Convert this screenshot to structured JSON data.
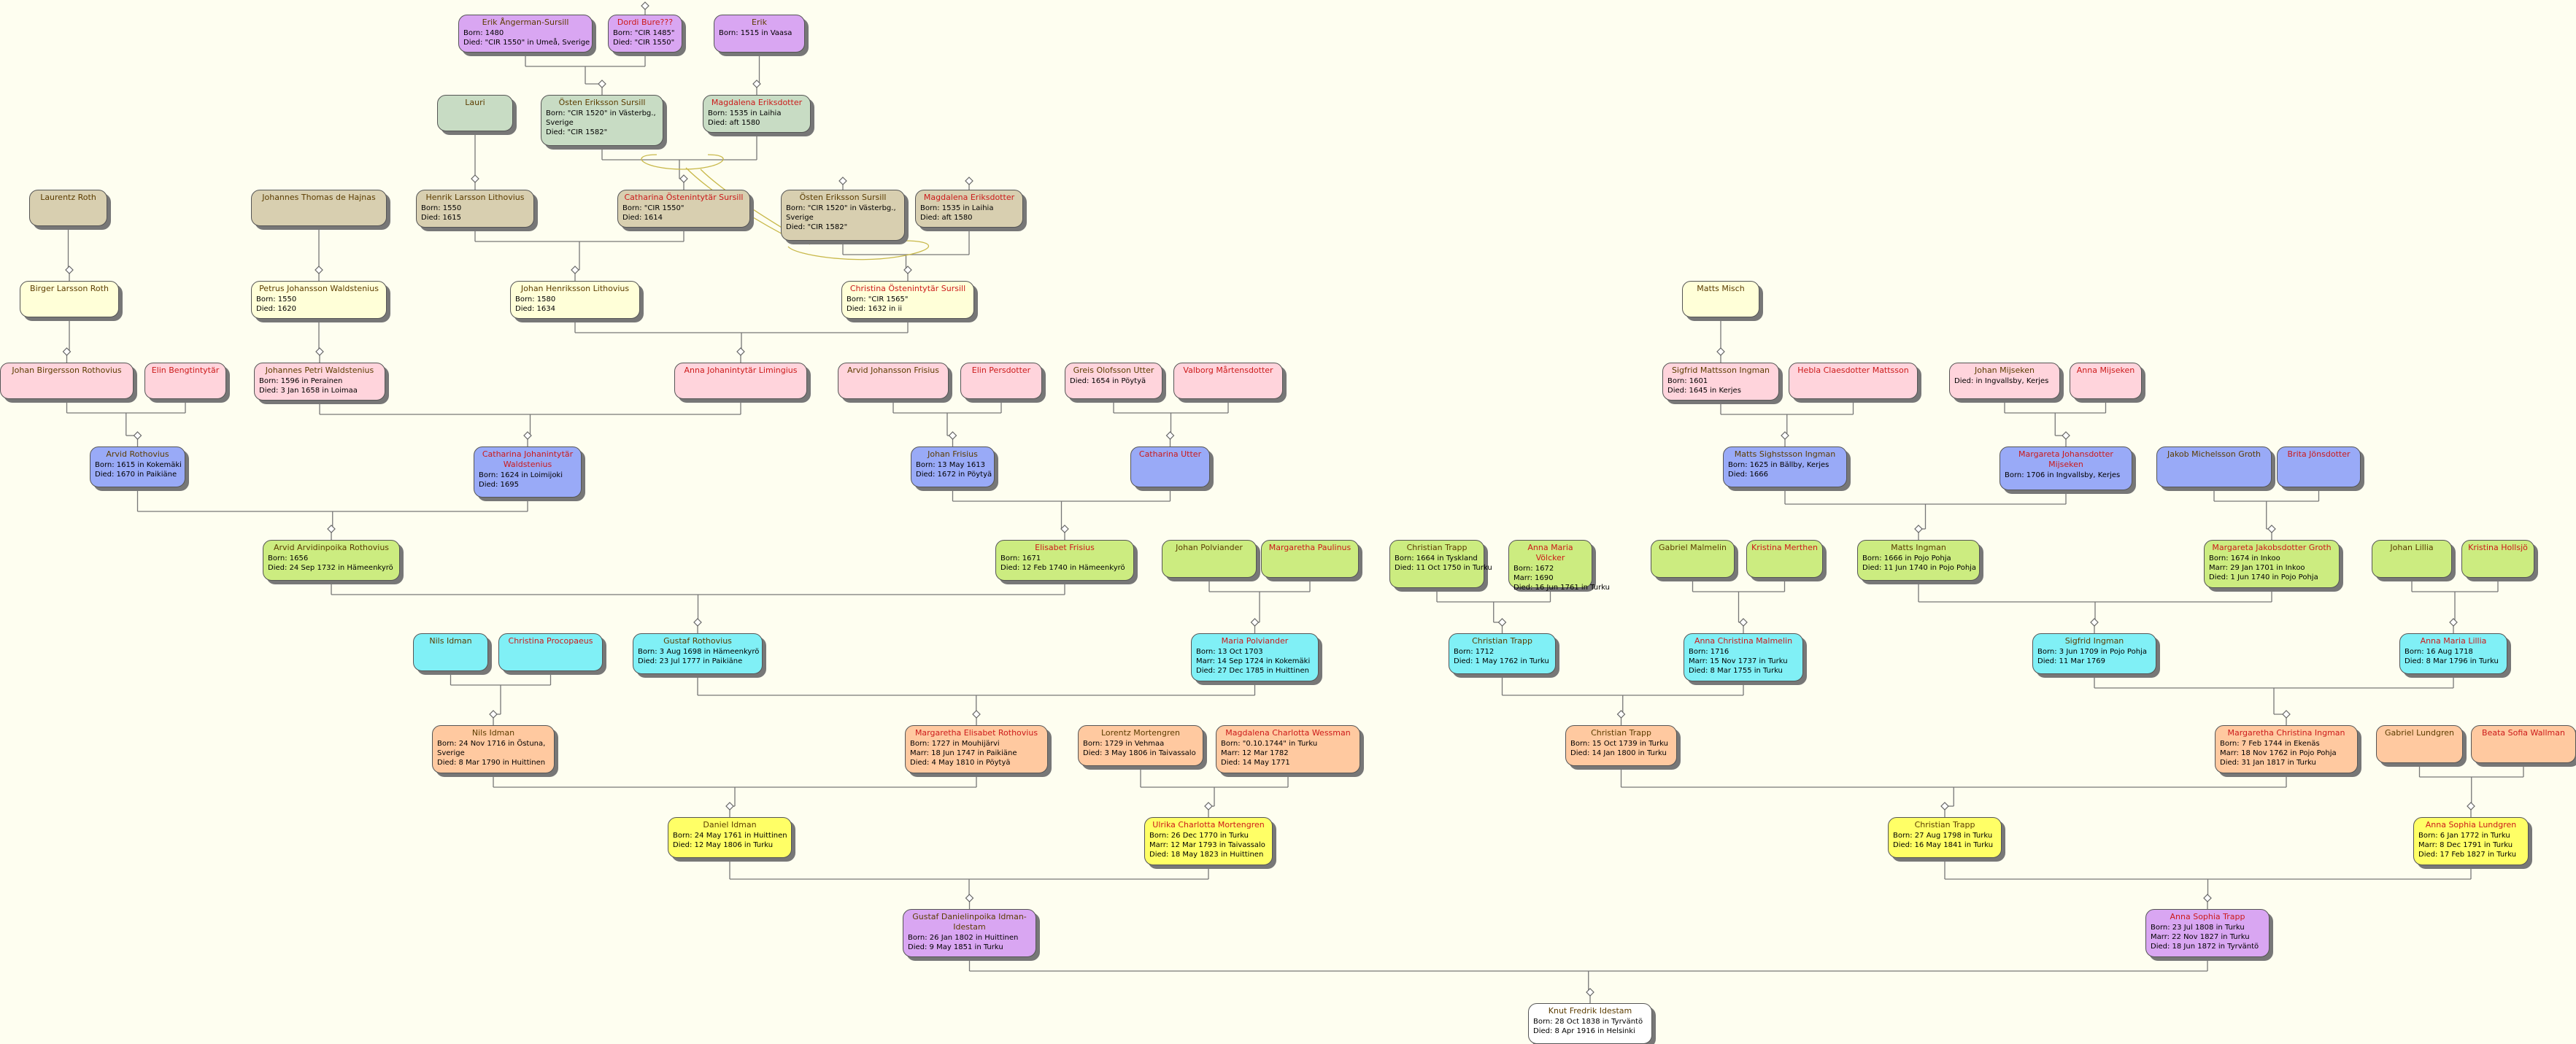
{
  "colors": {
    "line": "#777777",
    "connector": "#666666",
    "marriage_arc": "#c8b84a"
  },
  "nodes": [
    {
      "id": "p1",
      "g": "m",
      "c": "c1",
      "name": "Erik Ångerman-Sursill",
      "lines": [
        "Born: 1480",
        "Died: \"CIR 1550\" in Umeå, Sverige"
      ]
    },
    {
      "id": "p2",
      "g": "f",
      "c": "c1",
      "name": "Dordi Bure???",
      "lines": [
        "Born: \"CIR 1485\"",
        "Died: \"CIR 1550\""
      ]
    },
    {
      "id": "p3",
      "g": "m",
      "c": "c1",
      "name": "Erik",
      "lines": [
        "Born: 1515 in Vaasa"
      ]
    },
    {
      "id": "p4",
      "g": "m",
      "c": "c2",
      "name": "Lauri",
      "lines": []
    },
    {
      "id": "p5",
      "g": "m",
      "c": "c2",
      "name": "Östen Eriksson Sursill",
      "lines": [
        "Born: \"CIR 1520\" in Västerbg.,",
        "Sverige",
        "Died: \"CIR 1582\""
      ]
    },
    {
      "id": "p6",
      "g": "f",
      "c": "c2",
      "name": "Magdalena Eriksdotter",
      "lines": [
        "Born: 1535 in Laihia",
        "Died: aft 1580"
      ]
    },
    {
      "id": "p7",
      "g": "m",
      "c": "c3",
      "name": "Laurentz Roth",
      "lines": []
    },
    {
      "id": "p8",
      "g": "m",
      "c": "c3",
      "name": "Johannes Thomas de Hajnas",
      "lines": []
    },
    {
      "id": "p9",
      "g": "m",
      "c": "c3",
      "name": "Henrik Larsson Lithovius",
      "lines": [
        "Born: 1550",
        "Died: 1615"
      ]
    },
    {
      "id": "p10",
      "g": "f",
      "c": "c3",
      "name": "Catharina Östenintytär Sursill",
      "lines": [
        "Born: \"CIR 1550\"",
        "Died: 1614"
      ]
    },
    {
      "id": "p11",
      "g": "m",
      "c": "c3",
      "name": "Östen Eriksson Sursill",
      "lines": [
        "Born: \"CIR 1520\" in Västerbg.,",
        "Sverige",
        "Died: \"CIR 1582\""
      ]
    },
    {
      "id": "p12",
      "g": "f",
      "c": "c3",
      "name": "Magdalena Eriksdotter",
      "lines": [
        "Born: 1535 in Laihia",
        "Died: aft 1580"
      ]
    },
    {
      "id": "p13",
      "g": "m",
      "c": "c4",
      "name": "Birger Larsson Roth",
      "lines": []
    },
    {
      "id": "p14",
      "g": "m",
      "c": "c4",
      "name": "Petrus Johansson Waldstenius",
      "lines": [
        "Born: 1550",
        "Died: 1620"
      ]
    },
    {
      "id": "p15",
      "g": "m",
      "c": "c4",
      "name": "Johan Henriksson Lithovius",
      "lines": [
        "Born: 1580",
        "Died: 1634"
      ]
    },
    {
      "id": "p16",
      "g": "f",
      "c": "c4",
      "name": "Christina Östenintytär Sursill",
      "lines": [
        "Born: \"CIR 1565\"",
        "Died: 1632 in ii"
      ]
    },
    {
      "id": "p17",
      "g": "m",
      "c": "c4",
      "name": "Matts Misch",
      "lines": []
    },
    {
      "id": "p18",
      "g": "m",
      "c": "c5",
      "name": "Johan Birgersson Rothovius",
      "lines": []
    },
    {
      "id": "p19",
      "g": "f",
      "c": "c5",
      "name": "Elin Bengtintytär",
      "lines": []
    },
    {
      "id": "p20",
      "g": "m",
      "c": "c5",
      "name": "Johannes Petri Waldstenius",
      "lines": [
        "Born: 1596 in Perainen",
        "Died: 3 Jan 1658 in Loimaa"
      ]
    },
    {
      "id": "p21",
      "g": "f",
      "c": "c5",
      "name": "Anna Johanintytär Limingius",
      "lines": []
    },
    {
      "id": "p22",
      "g": "m",
      "c": "c5",
      "name": "Arvid Johansson Frisius",
      "lines": []
    },
    {
      "id": "p23",
      "g": "f",
      "c": "c5",
      "name": "Elin Persdotter",
      "lines": []
    },
    {
      "id": "p24",
      "g": "m",
      "c": "c5",
      "name": "Greis Olofsson Utter",
      "lines": [
        "Died: 1654 in Pöytyä"
      ]
    },
    {
      "id": "p25",
      "g": "f",
      "c": "c5",
      "name": "Valborg Mårtensdotter",
      "lines": []
    },
    {
      "id": "p26",
      "g": "m",
      "c": "c5",
      "name": "Sigfrid Mattsson Ingman",
      "lines": [
        "Born: 1601",
        "Died: 1645 in Kerjes"
      ]
    },
    {
      "id": "p27",
      "g": "f",
      "c": "c5",
      "name": "Hebla Claesdotter Mattsson",
      "lines": []
    },
    {
      "id": "p28",
      "g": "m",
      "c": "c5",
      "name": "Johan Mijseken",
      "lines": [
        "Died:  in Ingvallsby, Kerjes"
      ]
    },
    {
      "id": "p29",
      "g": "f",
      "c": "c5",
      "name": "Anna Mijseken",
      "lines": []
    },
    {
      "id": "p30",
      "g": "m",
      "c": "c6",
      "name": "Arvid Rothovius",
      "lines": [
        "Born: 1615 in Kokemäki",
        "Died: 1670 in Paikiäne"
      ]
    },
    {
      "id": "p31",
      "g": "f",
      "c": "c6",
      "name": "Catharina Johanintytär Waldstenius",
      "lines": [
        "Born: 1624 in Loimijoki",
        "Died: 1695"
      ]
    },
    {
      "id": "p32",
      "g": "m",
      "c": "c6",
      "name": "Johan Frisius",
      "lines": [
        "Born: 13 May 1613",
        "Died: 1672 in Pöytyä"
      ]
    },
    {
      "id": "p33",
      "g": "f",
      "c": "c6",
      "name": "Catharina Utter",
      "lines": []
    },
    {
      "id": "p34",
      "g": "m",
      "c": "c6",
      "name": "Matts Sighstsson Ingman",
      "lines": [
        "Born: 1625 in Bällby, Kerjes",
        "Died: 1666"
      ]
    },
    {
      "id": "p35",
      "g": "f",
      "c": "c6",
      "name": "Margareta Johansdotter Mijseken",
      "lines": [
        "Born: 1706 in Ingvallsby, Kerjes"
      ]
    },
    {
      "id": "p36",
      "g": "m",
      "c": "c6",
      "name": "Jakob Michelsson Groth",
      "lines": []
    },
    {
      "id": "p37",
      "g": "f",
      "c": "c6",
      "name": "Brita Jönsdotter",
      "lines": []
    },
    {
      "id": "p38",
      "g": "m",
      "c": "c7",
      "name": "Arvid Arvidinpoika Rothovius",
      "lines": [
        "Born: 1656",
        "Died: 24 Sep 1732 in Hämeenkyrö"
      ]
    },
    {
      "id": "p39",
      "g": "f",
      "c": "c7",
      "name": "Elisabet Frisius",
      "lines": [
        "Born: 1671",
        "Died: 12 Feb 1740 in Hämeenkyrö"
      ]
    },
    {
      "id": "p40",
      "g": "m",
      "c": "c7",
      "name": "Johan Polviander",
      "lines": []
    },
    {
      "id": "p41",
      "g": "f",
      "c": "c7",
      "name": "Margaretha Paulinus",
      "lines": []
    },
    {
      "id": "p42",
      "g": "m",
      "c": "c7",
      "name": "Christian Trapp",
      "lines": [
        "Born: 1664 in Tyskland",
        "Died: 11 Oct 1750 in Turku"
      ]
    },
    {
      "id": "p43",
      "g": "f",
      "c": "c7",
      "name": "Anna Maria Völcker",
      "lines": [
        "Born: 1672",
        "Marr: 1690",
        "Died: 16 Jun 1761 in Turku"
      ]
    },
    {
      "id": "p44",
      "g": "m",
      "c": "c7",
      "name": "Gabriel Malmelin",
      "lines": []
    },
    {
      "id": "p45",
      "g": "f",
      "c": "c7",
      "name": "Kristina Merthen",
      "lines": []
    },
    {
      "id": "p46",
      "g": "m",
      "c": "c7",
      "name": "Matts Ingman",
      "lines": [
        "Born: 1666 in Pojo Pohja",
        "Died: 11 Jun 1740 in Pojo Pohja"
      ]
    },
    {
      "id": "p47",
      "g": "f",
      "c": "c7",
      "name": "Margareta Jakobsdotter Groth",
      "lines": [
        "Born: 1674 in Inkoo",
        "Marr: 29 Jan 1701 in Inkoo",
        "Died: 1 Jun 1740 in Pojo Pohja"
      ]
    },
    {
      "id": "p48",
      "g": "m",
      "c": "c7",
      "name": "Johan Lillia",
      "lines": []
    },
    {
      "id": "p49",
      "g": "f",
      "c": "c7",
      "name": "Kristina Hollsjö",
      "lines": []
    },
    {
      "id": "p50",
      "g": "m",
      "c": "c8",
      "name": "Nils Idman",
      "lines": []
    },
    {
      "id": "p51",
      "g": "f",
      "c": "c8",
      "name": "Christina Procopaeus",
      "lines": []
    },
    {
      "id": "p52",
      "g": "m",
      "c": "c8",
      "name": "Gustaf Rothovius",
      "lines": [
        "Born: 3 Aug 1698 in Hämeenkyrö",
        "Died: 23 Jul 1777 in Paikiäne"
      ]
    },
    {
      "id": "p53",
      "g": "f",
      "c": "c8",
      "name": "Maria Polviander",
      "lines": [
        "Born: 13 Oct 1703",
        "Marr: 14 Sep 1724 in Kokemäki",
        "Died: 27 Dec 1785 in Huittinen"
      ]
    },
    {
      "id": "p54",
      "g": "m",
      "c": "c8",
      "name": "Christian Trapp",
      "lines": [
        "Born: 1712",
        "Died: 1 May 1762 in Turku"
      ]
    },
    {
      "id": "p55",
      "g": "f",
      "c": "c8",
      "name": "Anna Christina Malmelin",
      "lines": [
        "Born: 1716",
        "Marr: 15 Nov 1737 in Turku",
        "Died: 8 Mar 1755 in Turku"
      ]
    },
    {
      "id": "p56",
      "g": "m",
      "c": "c8",
      "name": "Sigfrid Ingman",
      "lines": [
        "Born: 3 Jun 1709 in Pojo Pohja",
        "Died: 11 Mar 1769"
      ]
    },
    {
      "id": "p57",
      "g": "f",
      "c": "c8",
      "name": "Anna Maria Lillia",
      "lines": [
        "Born: 16 Aug 1718",
        "Died: 8 Mar 1796 in Turku"
      ]
    },
    {
      "id": "p58",
      "g": "m",
      "c": "c9",
      "name": "Nils Idman",
      "lines": [
        "Born: 24 Nov 1716 in Östuna,",
        "Sverige",
        "Died: 8 Mar 1790 in Huittinen"
      ]
    },
    {
      "id": "p59",
      "g": "f",
      "c": "c9",
      "name": "Margaretha Elisabet Rothovius",
      "lines": [
        "Born: 1727 in Mouhijärvi",
        "Marr: 18 Jun 1747 in Paikiäne",
        "Died: 4 May 1810 in Pöytyä"
      ]
    },
    {
      "id": "p60",
      "g": "m",
      "c": "c9",
      "name": "Lorentz Mortengren",
      "lines": [
        "Born: 1729 in Vehmaa",
        "Died: 3 May 1806 in Taivassalo"
      ]
    },
    {
      "id": "p61",
      "g": "f",
      "c": "c9",
      "name": "Magdalena Charlotta Wessman",
      "lines": [
        "Born: \"0.10.1744\" in Turku",
        "Marr: 12 Mar 1782",
        "Died: 14 May 1771"
      ]
    },
    {
      "id": "p62",
      "g": "m",
      "c": "c9",
      "name": "Christian Trapp",
      "lines": [
        "Born: 15 Oct 1739 in Turku",
        "Died: 14 Jan 1800 in Turku"
      ]
    },
    {
      "id": "p63",
      "g": "f",
      "c": "c9",
      "name": "Margaretha Christina Ingman",
      "lines": [
        "Born: 7 Feb 1744 in Ekenäs",
        "Marr: 18 Nov 1762 in Pojo Pohja",
        "Died: 31 Jan 1817 in Turku"
      ]
    },
    {
      "id": "p64",
      "g": "m",
      "c": "c9",
      "name": "Gabriel Lundgren",
      "lines": []
    },
    {
      "id": "p65",
      "g": "f",
      "c": "c9",
      "name": "Beata Sofia Wallman",
      "lines": []
    },
    {
      "id": "p66",
      "g": "m",
      "c": "c10",
      "name": "Daniel Idman",
      "lines": [
        "Born: 24 May 1761 in Huittinen",
        "Died: 12 May 1806 in Turku"
      ]
    },
    {
      "id": "p67",
      "g": "f",
      "c": "c10",
      "name": "Ulrika Charlotta Mortengren",
      "lines": [
        "Born: 26 Dec 1770 in Turku",
        "Marr: 12 Mar 1793 in Taivassalo",
        "Died: 18 May 1823 in Huittinen"
      ]
    },
    {
      "id": "p68",
      "g": "m",
      "c": "c10",
      "name": "Christian Trapp",
      "lines": [
        "Born: 27 Aug 1798 in Turku",
        "Died: 16 May 1841 in Turku"
      ]
    },
    {
      "id": "p69",
      "g": "f",
      "c": "c10",
      "name": "Anna Sophia Lundgren",
      "lines": [
        "Born: 6 Jan 1772 in Turku",
        "Marr: 8 Dec 1791 in Turku",
        "Died: 17 Feb 1827 in Turku"
      ]
    },
    {
      "id": "p70",
      "g": "m",
      "c": "c1",
      "name": "Gustaf Danielinpoika Idman-Idestam",
      "lines": [
        "Born: 26 Jan 1802 in Huittinen",
        "Died: 9 May 1851 in Turku"
      ]
    },
    {
      "id": "p71",
      "g": "f",
      "c": "c1",
      "name": "Anna Sophia Trapp",
      "lines": [
        "Born: 23 Jul 1808 in Turku",
        "Marr: 22 Nov 1827 in Turku",
        "Died: 18 Jun 1872 in Tyrväntö"
      ]
    },
    {
      "id": "p72",
      "g": "m",
      "c": "c11",
      "name": "Knut Fredrik Idestam",
      "lines": [
        "Born: 28 Oct 1838 in Tyrväntö",
        "Died: 8 Apr 1916 in Helsinki"
      ]
    }
  ]
}
